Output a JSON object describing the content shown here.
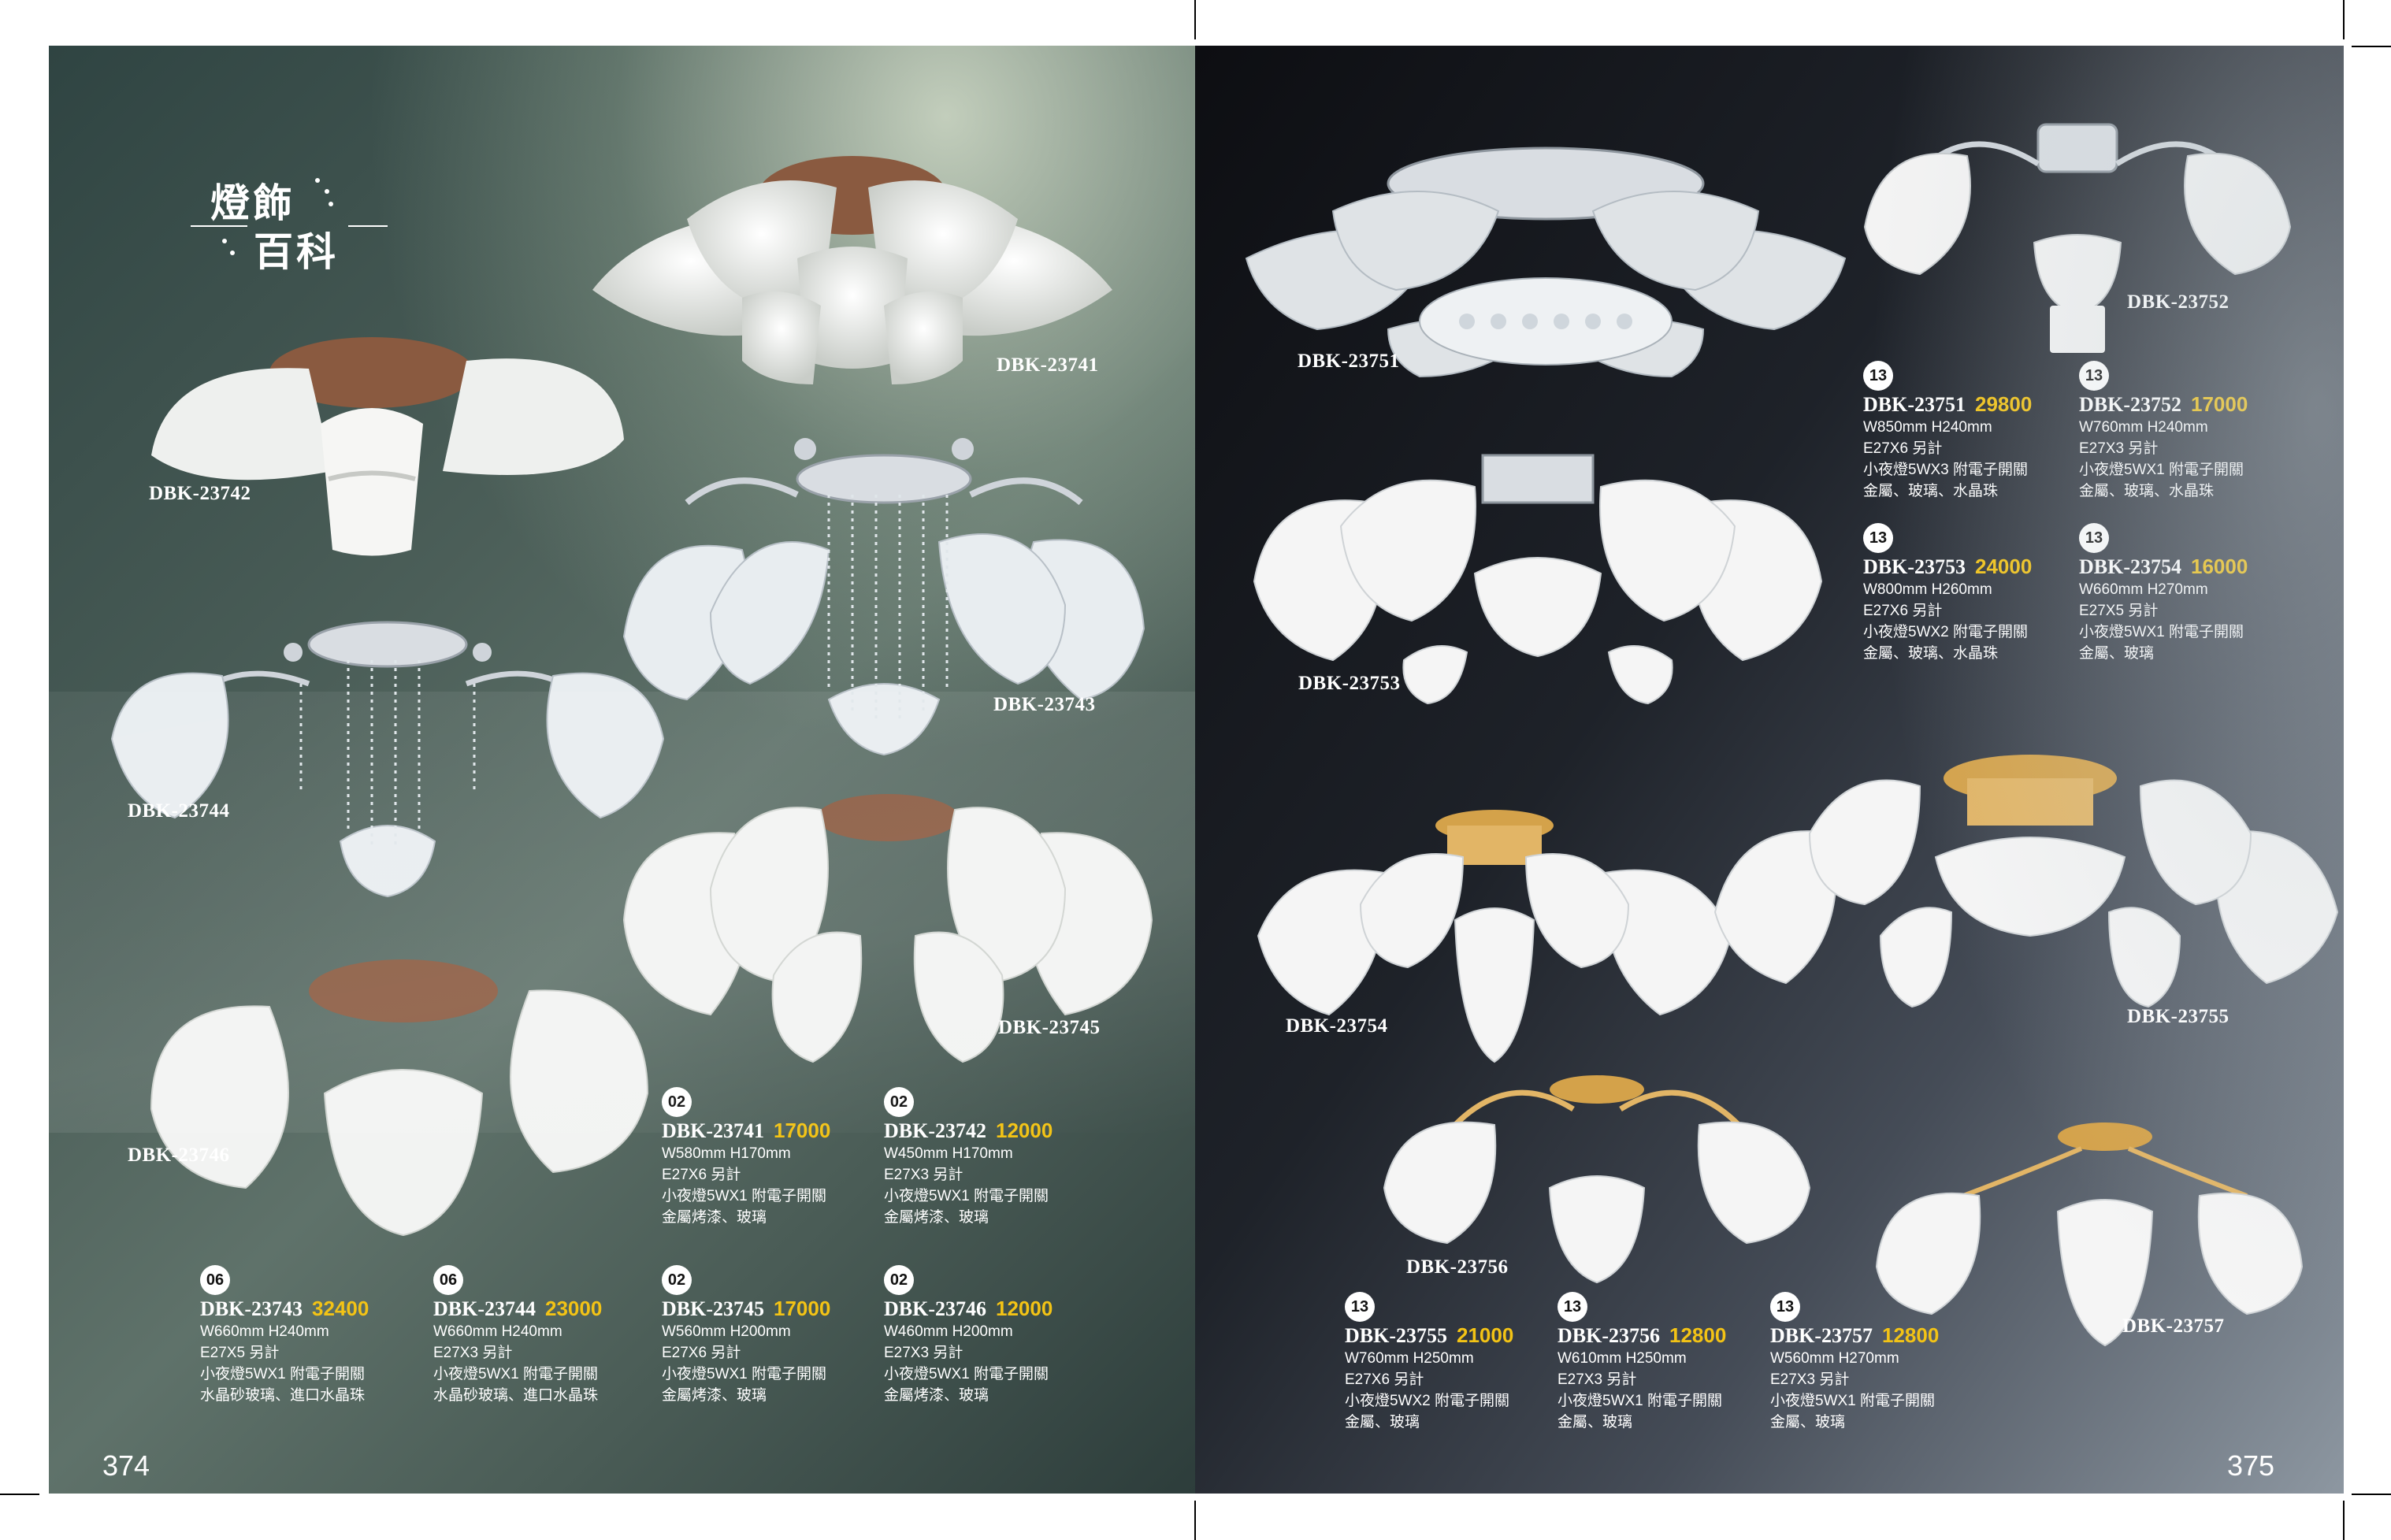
{
  "logo": {
    "line1": "燈飾",
    "line2": "百科"
  },
  "page_numbers": {
    "left": "374",
    "right": "375"
  },
  "products": {
    "p23741": {
      "badge": "02",
      "model": "DBK-23741",
      "price": "17000",
      "size": "W580mm H170mm",
      "bulb": "E27X6 另計",
      "night": "小夜燈5WX1 附電子開關",
      "material": "金屬烤漆、玻璃"
    },
    "p23742": {
      "badge": "02",
      "model": "DBK-23742",
      "price": "12000",
      "size": "W450mm H170mm",
      "bulb": "E27X3 另計",
      "night": "小夜燈5WX1 附電子開關",
      "material": "金屬烤漆、玻璃"
    },
    "p23743": {
      "badge": "06",
      "model": "DBK-23743",
      "price": "32400",
      "size": "W660mm H240mm",
      "bulb": "E27X5 另計",
      "night": "小夜燈5WX1 附電子開關",
      "material": "水晶砂玻璃、進口水晶珠"
    },
    "p23744": {
      "badge": "06",
      "model": "DBK-23744",
      "price": "23000",
      "size": "W660mm H240mm",
      "bulb": "E27X3 另計",
      "night": "小夜燈5WX1 附電子開關",
      "material": "水晶砂玻璃、進口水晶珠"
    },
    "p23745": {
      "badge": "02",
      "model": "DBK-23745",
      "price": "17000",
      "size": "W560mm H200mm",
      "bulb": "E27X6 另計",
      "night": "小夜燈5WX1 附電子開關",
      "material": "金屬烤漆、玻璃"
    },
    "p23746": {
      "badge": "02",
      "model": "DBK-23746",
      "price": "12000",
      "size": "W460mm H200mm",
      "bulb": "E27X3 另計",
      "night": "小夜燈5WX1 附電子開關",
      "material": "金屬烤漆、玻璃"
    },
    "p23751": {
      "badge": "13",
      "model": "DBK-23751",
      "price": "29800",
      "size": "W850mm H240mm",
      "bulb": "E27X6 另計",
      "night": "小夜燈5WX3 附電子開關",
      "material": "金屬、玻璃、水晶珠"
    },
    "p23752": {
      "badge": "13",
      "model": "DBK-23752",
      "price": "17000",
      "size": "W760mm H240mm",
      "bulb": "E27X3 另計",
      "night": "小夜燈5WX1 附電子開關",
      "material": "金屬、玻璃、水晶珠"
    },
    "p23753": {
      "badge": "13",
      "model": "DBK-23753",
      "price": "24000",
      "size": "W800mm H260mm",
      "bulb": "E27X6 另計",
      "night": "小夜燈5WX2 附電子開關",
      "material": "金屬、玻璃、水晶珠"
    },
    "p23754": {
      "badge": "13",
      "model": "DBK-23754",
      "price": "16000",
      "size": "W660mm H270mm",
      "bulb": "E27X5 另計",
      "night": "小夜燈5WX1 附電子開關",
      "material": "金屬、玻璃"
    },
    "p23755": {
      "badge": "13",
      "model": "DBK-23755",
      "price": "21000",
      "size": "W760mm H250mm",
      "bulb": "E27X6 另計",
      "night": "小夜燈5WX2 附電子開關",
      "material": "金屬、玻璃"
    },
    "p23756": {
      "badge": "13",
      "model": "DBK-23756",
      "price": "12800",
      "size": "W610mm H250mm",
      "bulb": "E27X3 另計",
      "night": "小夜燈5WX1 附電子開關",
      "material": "金屬、玻璃"
    },
    "p23757": {
      "badge": "13",
      "model": "DBK-23757",
      "price": "12800",
      "size": "W560mm H270mm",
      "bulb": "E27X3 另計",
      "night": "小夜燈5WX1 附電子開關",
      "material": "金屬、玻璃"
    }
  },
  "colors": {
    "price": "#f3c315",
    "copper_base": "#8a5a40",
    "chrome": "#d9dde2",
    "gold": "#d4a24a",
    "glass": "#f2f2f2"
  }
}
